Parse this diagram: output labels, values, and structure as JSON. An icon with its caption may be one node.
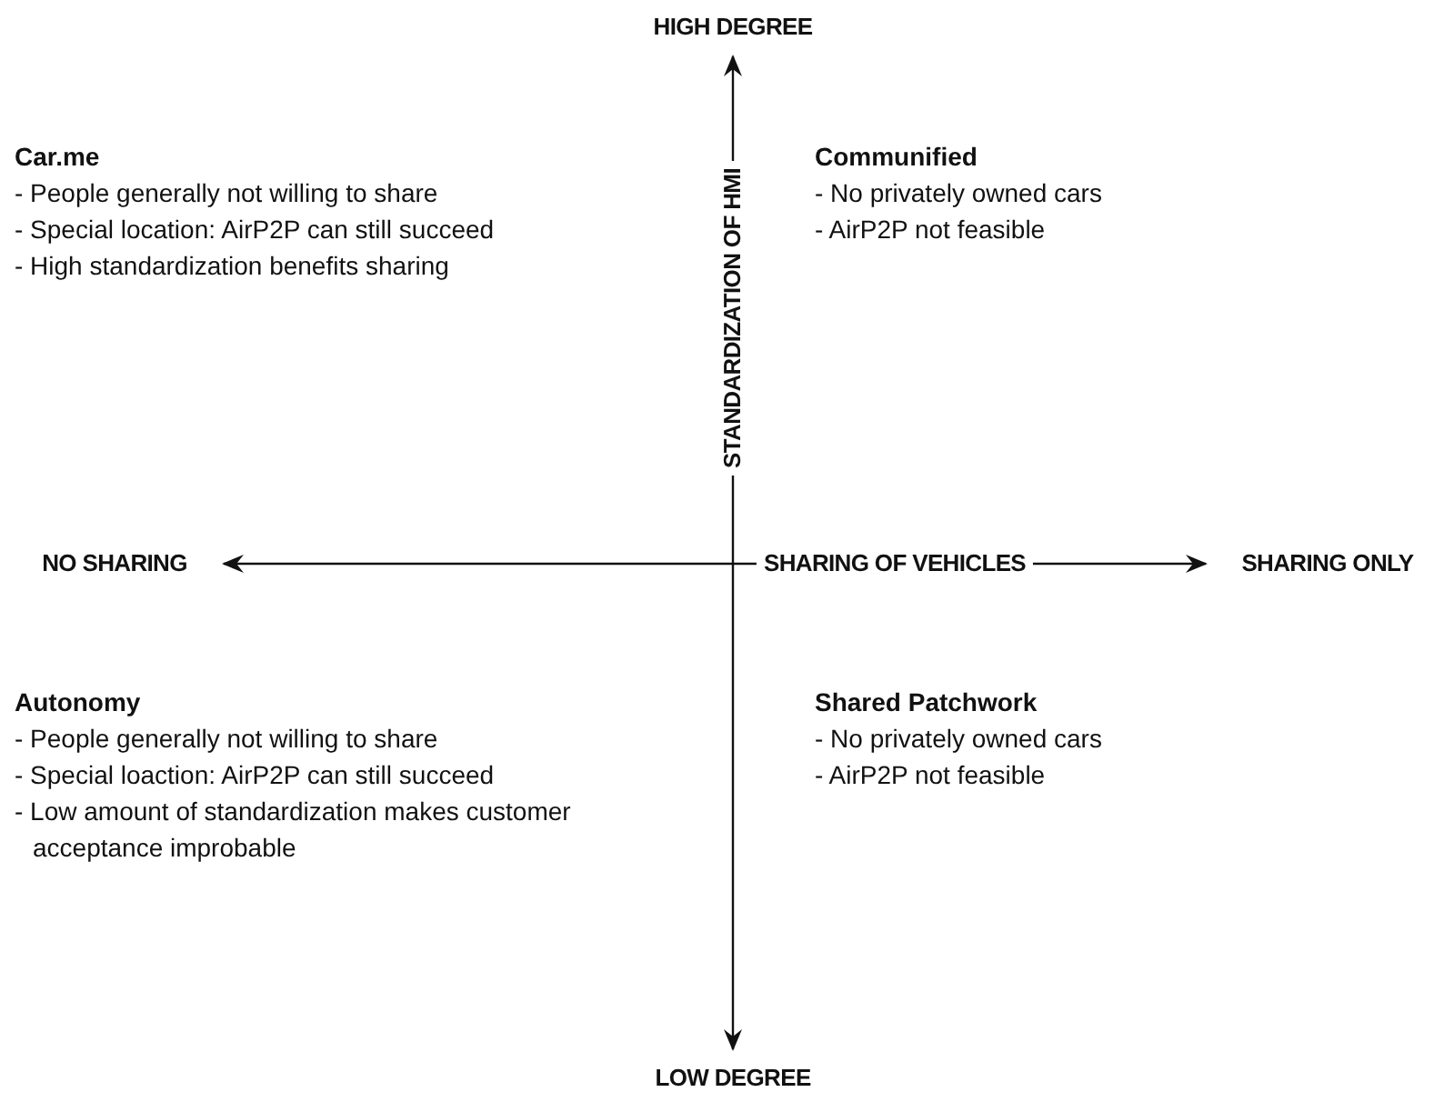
{
  "diagram": {
    "nodes": [
      {
        "text": [
          "HIGH DEGREE"
        ]
      },
      {
        "text": [
          "NO SHARING"
        ]
      },
      {
        "text": [
          "SHARING ONLY"
        ]
      },
      {
        "text": [
          "LOW DEGREE"
        ]
      }
    ],
    "edges": [
      {
        "from": 0,
        "to": 3,
        "arrow": "both",
        "label": "STANDARDIZATION OF HMI"
      },
      {
        "from": 1,
        "to": 2,
        "arrow": "both",
        "label": "SHARING OF VEHICLES"
      }
    ],
    "labels": [
      "Car.me",
      "- People generally not willing to share",
      "- Special location: AirP2P can still succeed",
      "- High standardization benefits sharing",
      "Communified",
      "- No privately owned cars",
      "- AirP2P not feasible",
      "Autonomy",
      "- People generally not willing to share",
      "- Special loaction: AirP2P can still succeed",
      "- Low amount of standardization makes customer acceptance improbable",
      "Shared Patchwork",
      "- No privately owned cars",
      "- AirP2P not feasible"
    ]
  }
}
